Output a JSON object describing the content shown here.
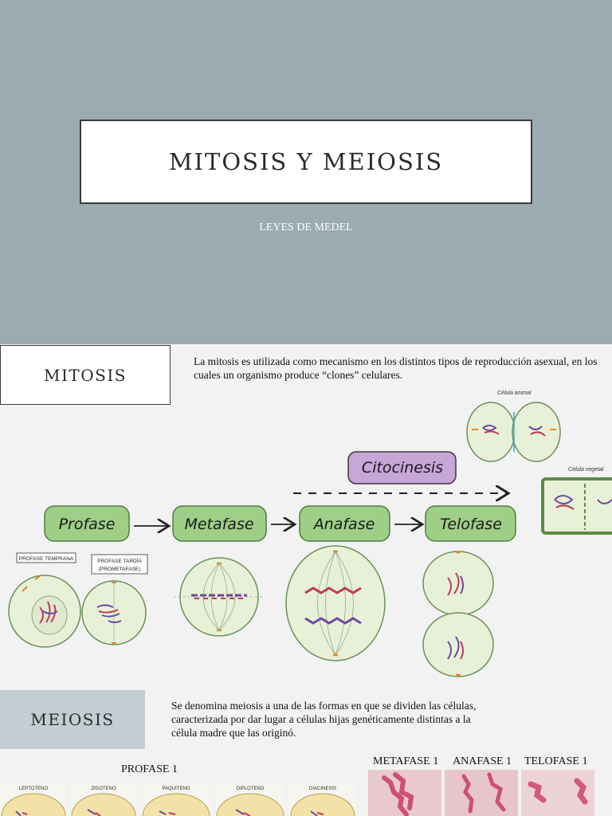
{
  "title_slide": {
    "title": "MITOSIS Y MEIOSIS",
    "subtitle": "LEYES DE MEDEL"
  },
  "mitosis_slide": {
    "heading": "MITOSIS",
    "description": "La mitosis es utilizada como mecanismo en los distintos tipos de reproducción asexual, en los cuales un organismo produce “clones” celulares.",
    "diagram": {
      "phases": [
        "Profase",
        "Metafase",
        "Anafase",
        "Telofase"
      ],
      "cytokinesis": "Citocinesis",
      "cell_animal": "Célula animal",
      "cell_plant": "Célula vegetal",
      "profase_temprana": "PROFASE TEMPRANA",
      "profase_tardia_line1": "PROFASE TARDÍA",
      "profase_tardia_line2": "(PROMETAFASE)"
    }
  },
  "meiosis_slide": {
    "heading": "MEIOSIS",
    "description": "Se denomina meiosis a una de las formas en que se dividen las células, caracterizada por dar lugar a células hijas genéticamente distintas a la célula madre que las originó.",
    "profase_label": "PROFASE 1",
    "profase_stages": [
      "LEPTOTENO",
      "ZIGOTENO",
      "PAQUITENO",
      "DIPLOTENO",
      "DIACINESIS"
    ],
    "phase_labels": [
      "METAFASE 1",
      "ANAFASE 1",
      "TELOFASE 1"
    ]
  },
  "colors": {
    "title_bg": "#9aabb1",
    "meiosis_box_bg": "#c3ced2",
    "phase_fill": "#9fce86",
    "phase_stroke": "#4f7d3e",
    "cytokinesis_fill": "#c7a6d8",
    "cell_fill": "#e8f1d7"
  }
}
